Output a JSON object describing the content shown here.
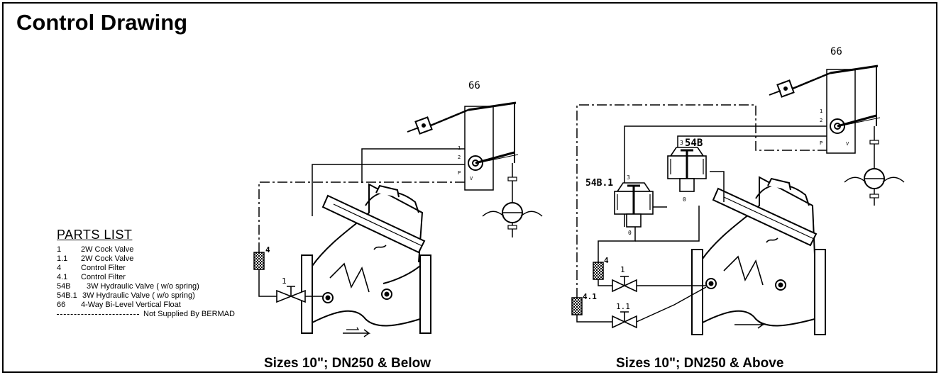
{
  "title": "Control Drawing",
  "parts_list": {
    "heading": "PARTS LIST",
    "items": [
      {
        "num": "1",
        "label": "2W Cock Valve"
      },
      {
        "num": "1.1",
        "label": "2W Cock Valve"
      },
      {
        "num": "4",
        "label": "Control Filter"
      },
      {
        "num": "4.1",
        "label": "Control Filter"
      },
      {
        "num": "54B",
        "label": "3W Hydraulic Valve ( w/o spring)"
      },
      {
        "num": "54B.1",
        "label": "3W Hydraulic Valve ( w/o spring)"
      },
      {
        "num": "66",
        "label": "4-Way Bi-Level Vertical Float"
      }
    ],
    "not_supplied": "Not Supplied By BERMAD"
  },
  "captions": {
    "left": "Sizes 10\"; DN250 & Below",
    "right": "Sizes 10\"; DN250 & Above"
  },
  "labels": {
    "left_66": "66",
    "right_66": "66",
    "left_4": "4",
    "left_1": "1",
    "right_4": "4",
    "right_4_1": "4.1",
    "right_1": "1",
    "right_1_1": "1.1",
    "right_54b": "54B",
    "right_54b1": "54B.1",
    "port_1": "1",
    "port_2": "2",
    "port_p": "P",
    "port_v": "V",
    "port_3": "3",
    "port_0": "0"
  }
}
